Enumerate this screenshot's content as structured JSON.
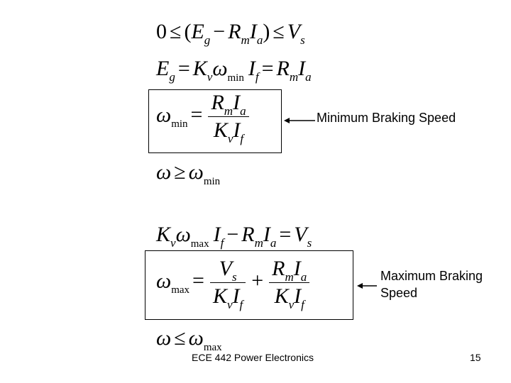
{
  "equations": {
    "ineq": {
      "zero": "0",
      "leq": "≤",
      "lp": "(",
      "E": "E",
      "g": "g",
      "minus": "−",
      "R": "R",
      "m": "m",
      "I": "I",
      "a": "a",
      "rp": ")",
      "leq2": "≤",
      "V": "V",
      "s": "s"
    },
    "eg": {
      "E": "E",
      "g": "g",
      "eq": "=",
      "K": "K",
      "v": "v",
      "w": "ω",
      "min": "min",
      "I": "I",
      "f": "f",
      "eq2": "=",
      "R": "R",
      "m": "m",
      "I2": "I",
      "a": "a"
    },
    "wmin": {
      "w": "ω",
      "min": "min",
      "eq": "=",
      "R": "R",
      "m": "m",
      "I": "I",
      "a": "a",
      "K": "K",
      "v": "v",
      "I2": "I",
      "f": "f"
    },
    "wge": {
      "w": "ω",
      "geq": "≥",
      "w2": "ω",
      "min": "min"
    },
    "kv": {
      "K": "K",
      "v": "v",
      "w": "ω",
      "max": "max",
      "I": "I",
      "f": "f",
      "minus": "−",
      "R": "R",
      "m": "m",
      "I2": "I",
      "a": "a",
      "eq": "=",
      "V": "V",
      "s": "s"
    },
    "wmax": {
      "w": "ω",
      "max": "max",
      "eq": "=",
      "V": "V",
      "s": "s",
      "K": "K",
      "v": "v",
      "I": "I",
      "f": "f",
      "plus": "+",
      "R": "R",
      "m": "m",
      "I2": "I",
      "a": "a",
      "K2": "K",
      "v2": "v",
      "I3": "I",
      "f2": "f"
    },
    "wle": {
      "w": "ω",
      "leq": "≤",
      "w2": "ω",
      "max": "max"
    }
  },
  "labels": {
    "min_braking": "Minimum Braking Speed",
    "max_braking_1": "Maximum Braking",
    "max_braking_2": "Speed"
  },
  "footer": {
    "course": "ECE 442 Power Electronics",
    "page": "15"
  }
}
